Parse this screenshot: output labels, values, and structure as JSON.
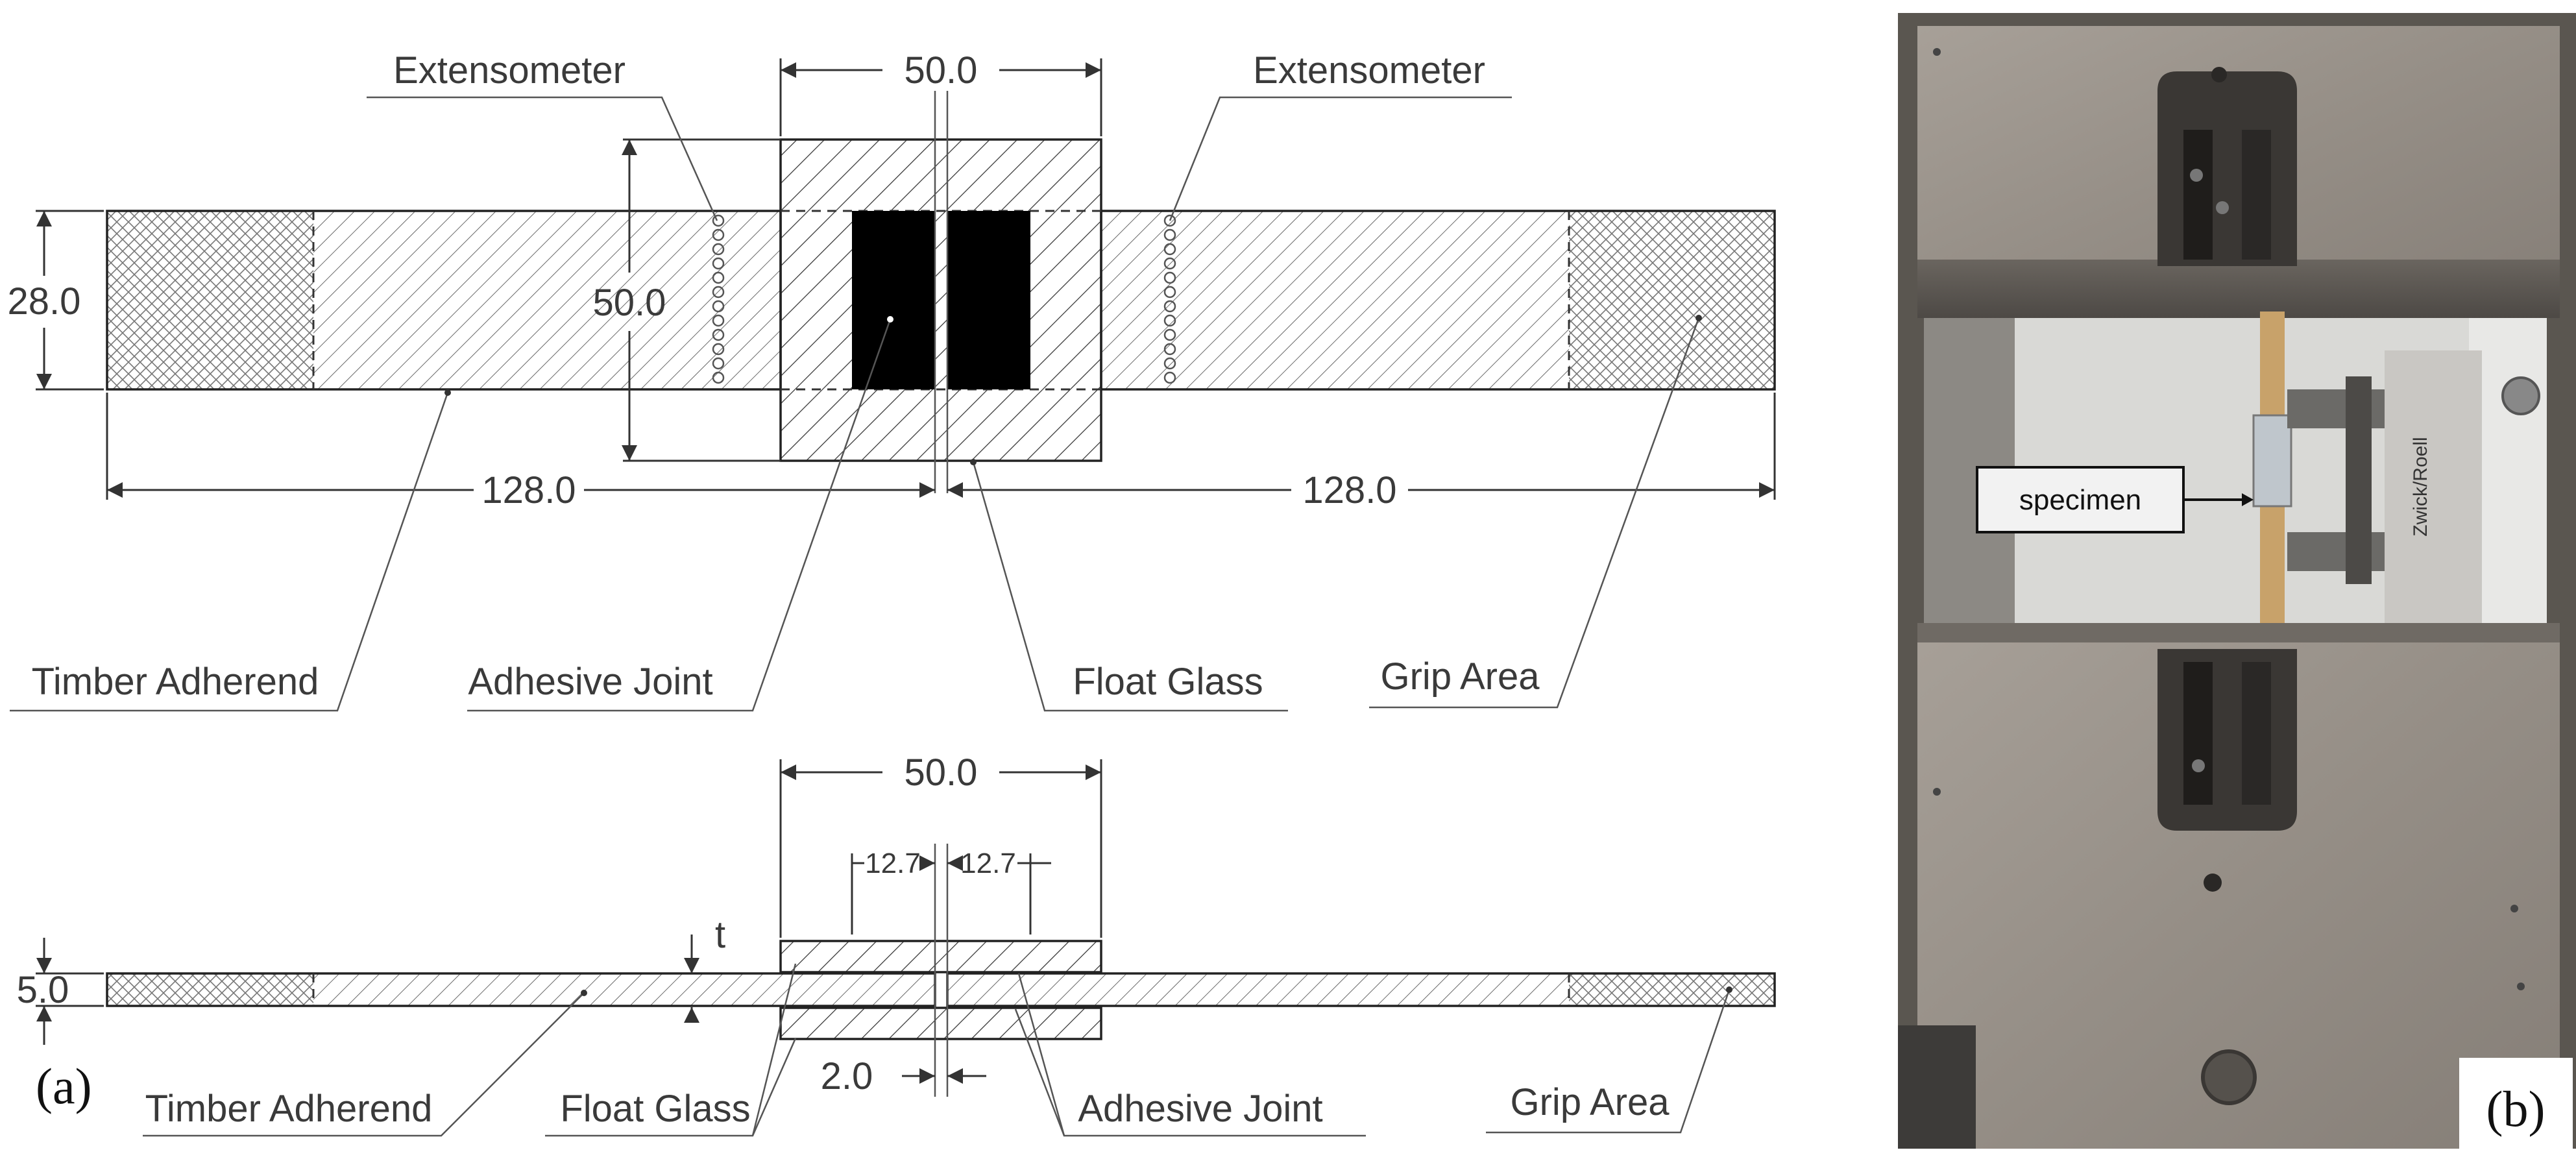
{
  "top_view": {
    "labels": {
      "extensometer_left": "Extensometer",
      "extensometer_right": "Extensometer",
      "timber_adherend": "Timber Adherend",
      "adhesive_joint": "Adhesive Joint",
      "float_glass": "Float Glass",
      "grip_area": "Grip Area"
    },
    "dimensions": {
      "glass_width": "50.0",
      "glass_height": "50.0",
      "adherend_width": "28.0",
      "left_length": "128.0",
      "right_length": "128.0"
    }
  },
  "side_view": {
    "labels": {
      "timber_adherend": "Timber Adherend",
      "float_glass": "Float Glass",
      "adhesive_joint": "Adhesive Joint",
      "grip_area": "Grip Area"
    },
    "dimensions": {
      "glass_width": "50.0",
      "overlap_left": "12.7",
      "overlap_right": "12.7",
      "thickness": "5.0",
      "adhesive_thickness": "t",
      "gap": "2.0"
    }
  },
  "panel_labels": {
    "a": "(a)",
    "b": "(b)"
  },
  "photo": {
    "callout": "specimen",
    "brand": "Zwick/Roell"
  },
  "colors": {
    "adhesive": "#000000",
    "steel": "#9d968e",
    "timber": "#c8a26a"
  }
}
